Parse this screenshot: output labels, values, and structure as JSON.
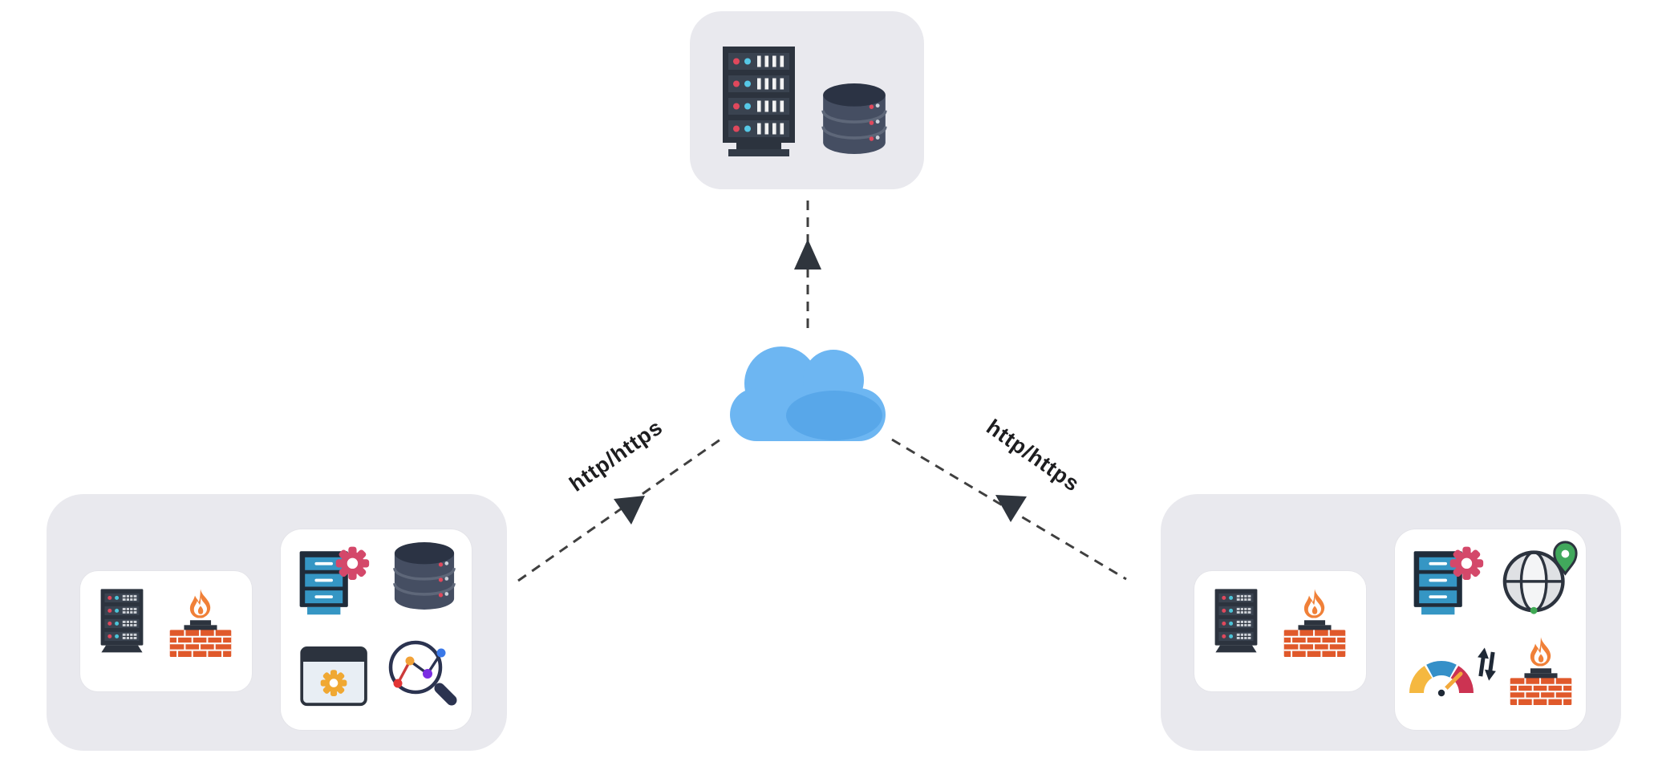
{
  "diagram": {
    "type": "network-architecture",
    "labels": {
      "left_connection": "http/https",
      "right_connection": "http/https"
    },
    "nodes": {
      "data_center": {
        "icons": [
          "server-rack",
          "database"
        ]
      },
      "internet_cloud": {
        "icon": "cloud"
      },
      "site_left": {
        "gateway_panel": {
          "icons": [
            "server-rack",
            "firewall"
          ]
        },
        "services_panel": {
          "icons": [
            "server-gear",
            "database",
            "web-app-gear",
            "analytics-search"
          ]
        }
      },
      "site_right": {
        "gateway_panel": {
          "icons": [
            "server-rack",
            "firewall"
          ]
        },
        "services_panel": {
          "icons": [
            "server-gear",
            "globe-location",
            "speed-gauge-transfer",
            "firewall"
          ]
        }
      }
    },
    "connections": [
      {
        "from": "internet_cloud",
        "to": "data_center",
        "style": "dashed-arrow",
        "label": ""
      },
      {
        "from": "site_left",
        "to": "internet_cloud",
        "style": "dashed-arrow",
        "label": "http/https"
      },
      {
        "from": "site_right",
        "to": "internet_cloud",
        "style": "dashed-arrow",
        "label": "http/https"
      }
    ],
    "colors": {
      "canvas": "#ffffff",
      "node_bg": "#e9e9ee",
      "panel_bg": "#ffffff",
      "cloud_blue": "#6db6f2",
      "cloud_shade": "#58a7e9",
      "connector": "#3f3f3f",
      "arrowhead": "#2f353d",
      "label_text": "#1d1d1f",
      "dark_slate": "#2c333e",
      "brick_orange": "#e0592b",
      "flame_orange": "#f08038",
      "gear_crimson": "#d4486a",
      "drawer_blue": "#3596c4",
      "gear_amber": "#f0a832",
      "status_red": "#e0485c",
      "status_cyan": "#56c8e6",
      "gauge_yellow": "#f5b840",
      "gauge_blue": "#3590c8",
      "gauge_red": "#cc3352",
      "pin_green": "#41a85c"
    }
  }
}
